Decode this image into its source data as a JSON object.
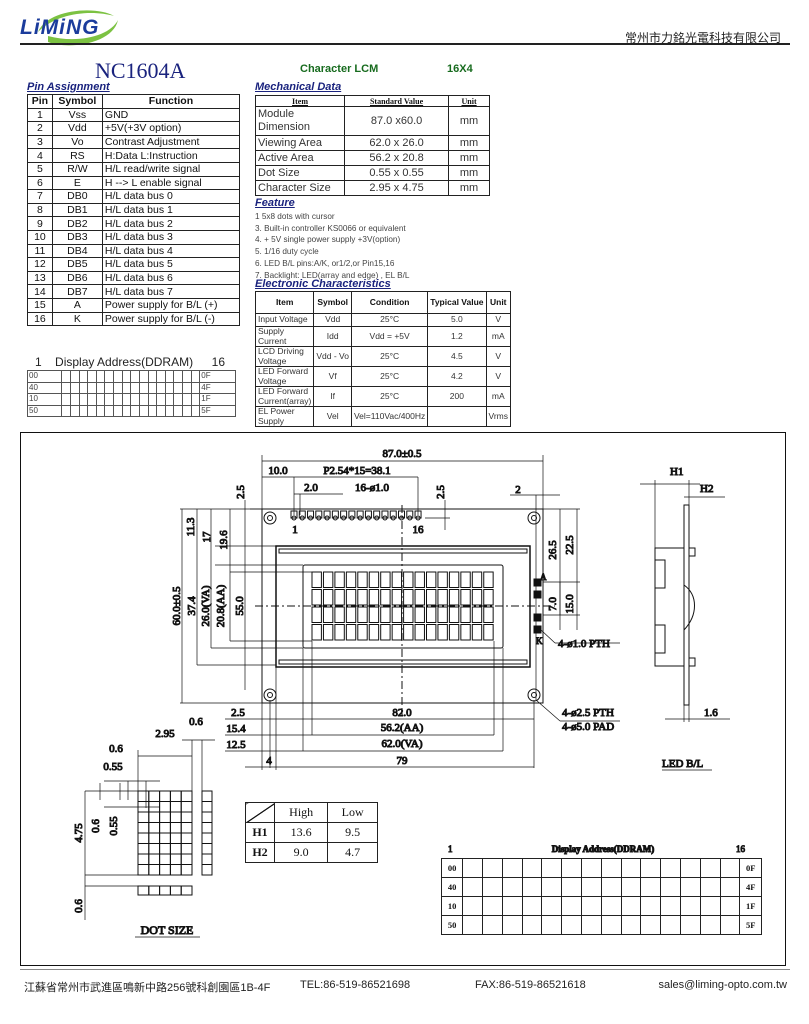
{
  "header": {
    "logo_text": "LiMiNG",
    "company_cn": "常州市力銘光電科技有限公司",
    "title": "NC1604A",
    "subtitle": "Character LCM",
    "format": "16X4"
  },
  "pin_assignment": {
    "label": "Pin Assignment",
    "headers": [
      "Pin",
      "Symbol",
      "Function"
    ],
    "rows": [
      [
        "1",
        "Vss",
        "GND"
      ],
      [
        "2",
        "Vdd",
        "+5V(+3V option)"
      ],
      [
        "3",
        "Vo",
        "Contrast Adjustment"
      ],
      [
        "4",
        "RS",
        "H:Data L:Instruction"
      ],
      [
        "5",
        "R/W",
        "H/L read/write signal"
      ],
      [
        "6",
        "E",
        "H --> L enable signal"
      ],
      [
        "7",
        "DB0",
        "H/L data bus 0"
      ],
      [
        "8",
        "DB1",
        "H/L data bus 1"
      ],
      [
        "9",
        "DB2",
        "H/L data bus 2"
      ],
      [
        "10",
        "DB3",
        "H/L data bus 3"
      ],
      [
        "11",
        "DB4",
        "H/L data bus 4"
      ],
      [
        "12",
        "DB5",
        "H/L data bus 5"
      ],
      [
        "13",
        "DB6",
        "H/L data bus 6"
      ],
      [
        "14",
        "DB7",
        "H/L data bus 7"
      ],
      [
        "15",
        "A",
        "Power supply for B/L (+)"
      ],
      [
        "16",
        "K",
        "Power supply for B/L (-)"
      ]
    ]
  },
  "ddram_small": {
    "start": "1",
    "title": "Display Address(DDRAM)",
    "end": "16",
    "rows": [
      [
        "00",
        "0F"
      ],
      [
        "40",
        "4F"
      ],
      [
        "10",
        "1F"
      ],
      [
        "50",
        "5F"
      ]
    ]
  },
  "mechanical": {
    "label": "Mechanical Data",
    "headers": [
      "Item",
      "Standard Value",
      "Unit"
    ],
    "rows": [
      [
        "Module Dimension",
        "87.0 x60.0",
        "mm"
      ],
      [
        "Viewing Area",
        "62.0 x 26.0",
        "mm"
      ],
      [
        "Active  Area",
        "56.2 x 20.8",
        "mm"
      ],
      [
        "Dot Size",
        "0.55 x 0.55",
        "mm"
      ],
      [
        "Character Size",
        "2.95 x 4.75",
        "mm"
      ]
    ]
  },
  "feature": {
    "label": "Feature",
    "items": [
      "1  5x8 dots with cursor",
      "3. Built-in controller KS0066 or equivalent",
      "4. + 5V single power supply  +3V(option)",
      "5. 1/16 duty cycle",
      "6. LED B/L pins:A/K, or1/2,or Pin15,16",
      "7. Backlight: LED(array and edge) , EL B/L"
    ]
  },
  "electronic": {
    "label": "Electronic Characteristics",
    "headers": [
      "Item",
      "Symbol",
      "Condition",
      "Typical Value",
      "Unit"
    ],
    "rows": [
      [
        "Input Voltage",
        "Vdd",
        "25°C",
        "5.0",
        "V"
      ],
      [
        "Supply Current",
        "Idd",
        "Vdd = +5V",
        "1.2",
        "mA"
      ],
      [
        "LCD Driving Voltage",
        "Vdd - Vo",
        "25°C",
        "4.5",
        "V"
      ],
      [
        "LED Forward Voltage",
        "Vf",
        "25°C",
        "4.2",
        "V"
      ],
      [
        "LED Forward Current(array)",
        "If",
        "25°C",
        "200",
        "mA"
      ],
      [
        "EL Power Supply",
        "Vel",
        "Vel=110Vac/400Hz",
        "",
        "Vrms"
      ]
    ]
  },
  "drawing": {
    "overall_width": "87.0±0.5",
    "pin1_offset": "10.0",
    "pin_pitch": "P2.54*15=38.1",
    "top_offset_left": "2.5",
    "pin_spacing": "2.0",
    "pin_holes": "16-ø1.0",
    "top_offset_right": "2.5",
    "edge_2": "2",
    "pin_first": "1",
    "pin_last": "16",
    "v_11_3": "11.3",
    "v_17": "17",
    "v_19_6": "19.6",
    "overall_height": "60.0±0.5",
    "v_37_4": "37.4",
    "v_va": "26.0(VA)",
    "v_aa": "20.8(AA)",
    "v_55": "55.0",
    "r_26_5": "26.5",
    "r_22_5": "22.5",
    "r_7_0": "7.0",
    "r_15_0": "15.0",
    "anode": "A",
    "cathode": "K",
    "led_holes": "4-ø1.0 PTH",
    "mount_pth": "4-ø2.5 PTH",
    "mount_pad": "4-ø5.0 PAD",
    "b_2_5": "2.5",
    "b_82": "82.0",
    "b_15_4": "15.4",
    "b_aa": "56.2(AA)",
    "b_12_5": "12.5",
    "b_va": "62.0(VA)",
    "b_4": "4",
    "b_79": "79",
    "side_h1": "H1",
    "side_h2": "H2",
    "side_1_6": "1.6",
    "side_label": "LED B/L"
  },
  "dot_size": {
    "label": "DOT SIZE",
    "d_0_6_top": "0.6",
    "d_2_95": "2.95",
    "d_0_6_left": "0.6",
    "d_0_55_left": "0.55",
    "d_4_75": "4.75",
    "d_0_6_v": "0.6",
    "d_0_55_v": "0.55",
    "d_0_6_bottom": "0.6"
  },
  "h_table": {
    "headers": [
      "High",
      "Low"
    ],
    "rows": [
      [
        "H1",
        "13.6",
        "9.5"
      ],
      [
        "H2",
        "9.0",
        "4.7"
      ]
    ]
  },
  "ddram_large": {
    "start": "1",
    "title": "Display Address(DDRAM)",
    "end": "16",
    "rows": [
      [
        "00",
        "0F"
      ],
      [
        "40",
        "4F"
      ],
      [
        "10",
        "1F"
      ],
      [
        "50",
        "5F"
      ]
    ]
  },
  "footer": {
    "address": "江蘇省常州市武進區鳴新中路256號科創園區1B-4F",
    "tel": "TEL:86-519-86521698",
    "fax": "FAX:86-519-86521618",
    "email": "sales@liming-opto.com.tw"
  },
  "colors": {
    "brand_blue": "#1b3c9c",
    "brand_green": "#7cc242",
    "title_navy": "#1a237e",
    "subtitle_green": "#176b1e"
  }
}
